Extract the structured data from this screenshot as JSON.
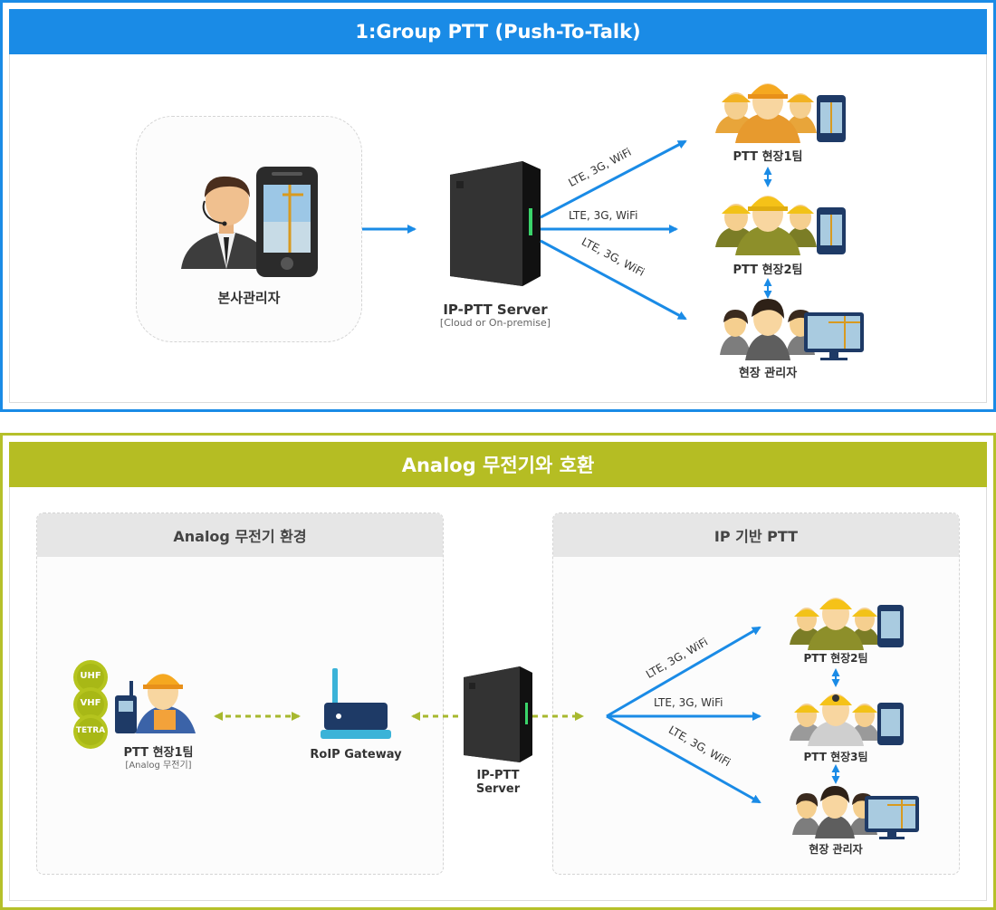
{
  "group": {
    "title": "1:Group PTT (Push-To-Talk)",
    "hq_label": "본사관리자",
    "server_label": "IP-PTT Server",
    "server_sub": "[Cloud or On-premise]",
    "link_up": "LTE, 3G, WiFi",
    "link_mid": "LTE, 3G, WiFi",
    "link_down": "LTE, 3G, WiFi",
    "team1": "PTT 현장1팀",
    "team2": "PTT 현장2팀",
    "manager": "현장 관리자"
  },
  "analog": {
    "title": "Analog 무전기와 호환",
    "left_header": "Analog 무전기 환경",
    "right_header": "IP 기반 PTT",
    "badges": [
      "UHF",
      "VHF",
      "TETRA"
    ],
    "team1": "PTT 현장1팀",
    "team1_sub": "[Analog 무전기]",
    "gateway": "RoIP Gateway",
    "server_line1": "IP-PTT",
    "server_line2": "Server",
    "link_up": "LTE, 3G, WiFi",
    "link_mid": "LTE, 3G, WiFi",
    "link_down": "LTE, 3G, WiFi",
    "team2": "PTT 현장2팀",
    "team3": "PTT 현장3팀",
    "manager": "현장 관리자"
  },
  "colors": {
    "blue": "#1a8be6",
    "olive": "#b5bd23",
    "dashed_arrow": "#a7b82e"
  }
}
